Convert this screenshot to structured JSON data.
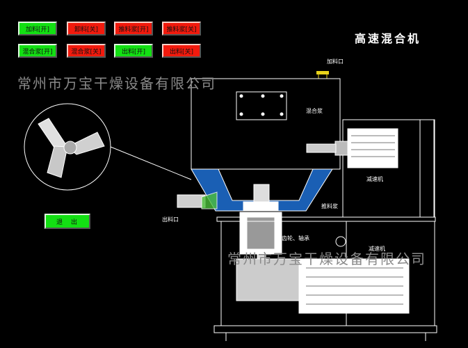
{
  "title": "高速混合机",
  "watermark": "常州市万宝干燥设备有限公司",
  "buttons_row1": [
    {
      "label": "加料[开]",
      "state": "on"
    },
    {
      "label": "卸料[关]",
      "state": "off"
    },
    {
      "label": "推料浆[开]",
      "state": "off"
    },
    {
      "label": "推料浆[关]",
      "state": "off"
    }
  ],
  "buttons_row2": [
    {
      "label": "混合浆[开]",
      "state": "on"
    },
    {
      "label": "混合浆[关]",
      "state": "off"
    },
    {
      "label": "出料[开]",
      "state": "on"
    },
    {
      "label": "出料[关]",
      "state": "off"
    }
  ],
  "exit_label": "退出",
  "labels": {
    "feed_port": "加料口",
    "mixing_paddle": "混合浆",
    "reducer_top": "减速机",
    "push_paddle": "推料浆",
    "discharge_port": "出料口",
    "gear_bearing": "齿轮、轴承",
    "reducer_bottom": "减速机"
  },
  "colors": {
    "on": "#13e013",
    "off": "#f21a0d",
    "bowl": "#1a5fb4",
    "background": "#000000"
  }
}
